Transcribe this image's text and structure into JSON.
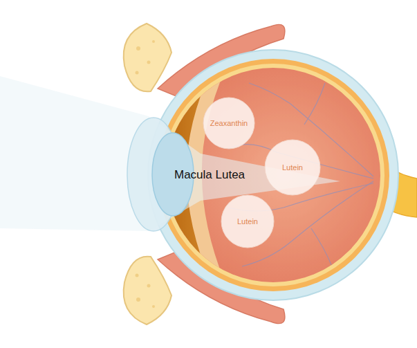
{
  "diagram": {
    "nodes": [
      {
        "text": [
          "Zeaxanthin"
        ]
      },
      {
        "text": [
          "Lutein"
        ]
      },
      {
        "text": [
          "Lutein"
        ]
      }
    ],
    "labels": [
      "Macula Lutea"
    ]
  }
}
